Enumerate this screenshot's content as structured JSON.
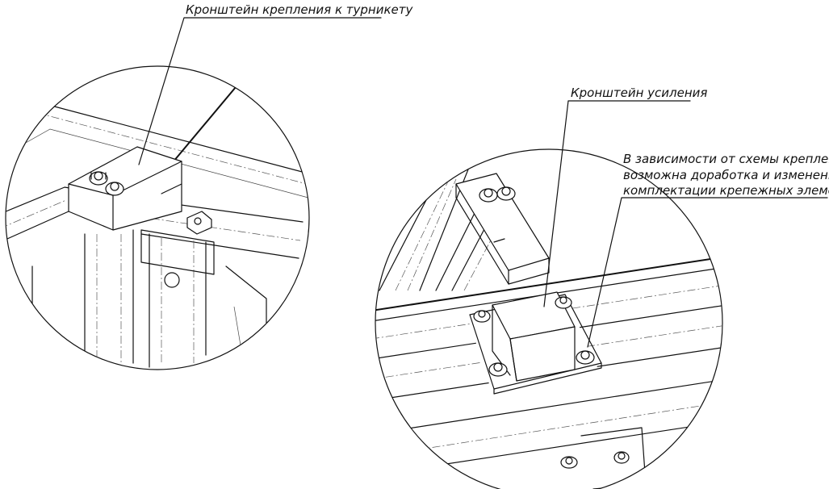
{
  "callouts": {
    "turnstile_bracket": "Кронштейн крепления к турникету",
    "reinforcement_bracket": "Кронштейн усиления",
    "note_line1": "В зависимости от схемы крепления",
    "note_line2": "возможна доработка и изменение",
    "note_line3": "комплектации крепежных элементов"
  }
}
